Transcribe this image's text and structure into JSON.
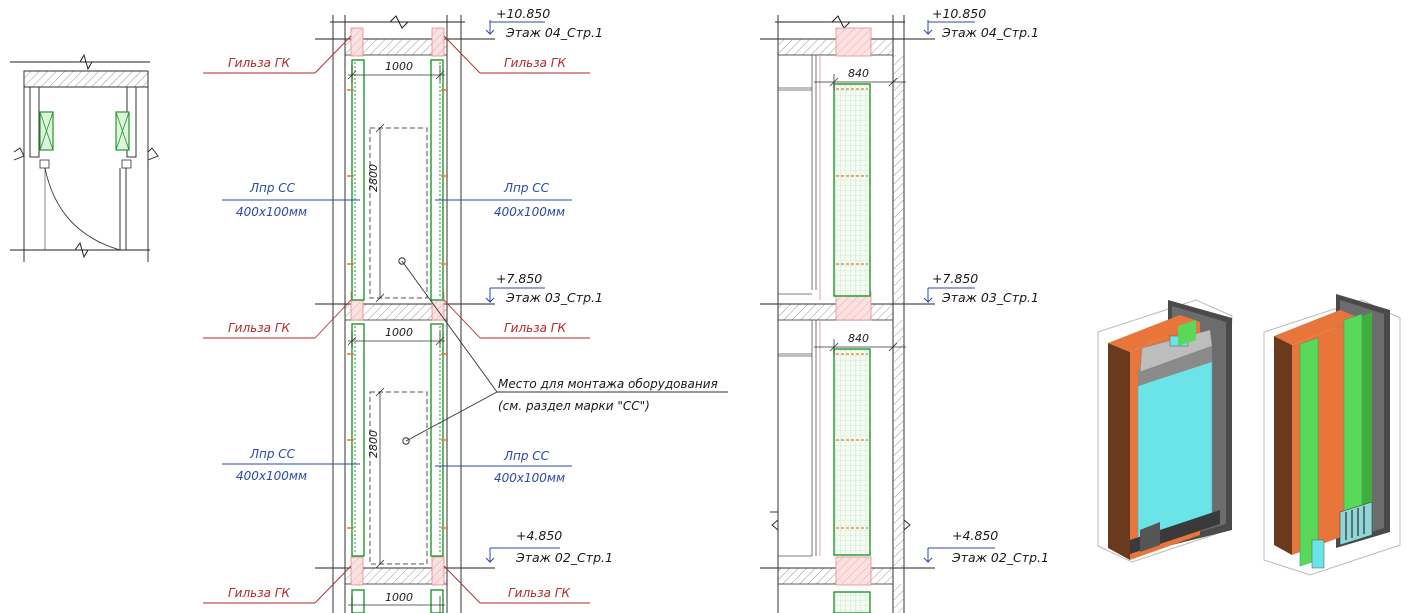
{
  "colors": {
    "sleeve_red": "#b22a2a",
    "tray_blue": "#2a4aa8",
    "tray_green": "#1f9a2a",
    "hatch_pink": "#f2b8b8",
    "wall_hatch": "#9a9a9a",
    "panel_orange": "#e8763a",
    "panel_brown": "#6b3a1e",
    "glass_cyan": "#6ae4e6",
    "frame_gray": "#555555"
  },
  "levels": {
    "l04": {
      "mark": "+10.850",
      "name": "Этаж 04_Стр.1"
    },
    "l03": {
      "mark": "+7.850",
      "name": "Этаж 03_Стр.1"
    },
    "l02": {
      "mark": "+4.850",
      "name": "Этаж 02_Стр.1"
    }
  },
  "labels": {
    "sleeve": "Гильза ГК",
    "tray_name": "Лпр СС",
    "tray_size": "400x100мм",
    "equipment_line1": "Место для монтажа оборудования",
    "equipment_line2": "(см. раздел марки \"СС\")"
  },
  "dims": {
    "width_front": "1000",
    "height_front": "2800",
    "width_side": "840"
  }
}
